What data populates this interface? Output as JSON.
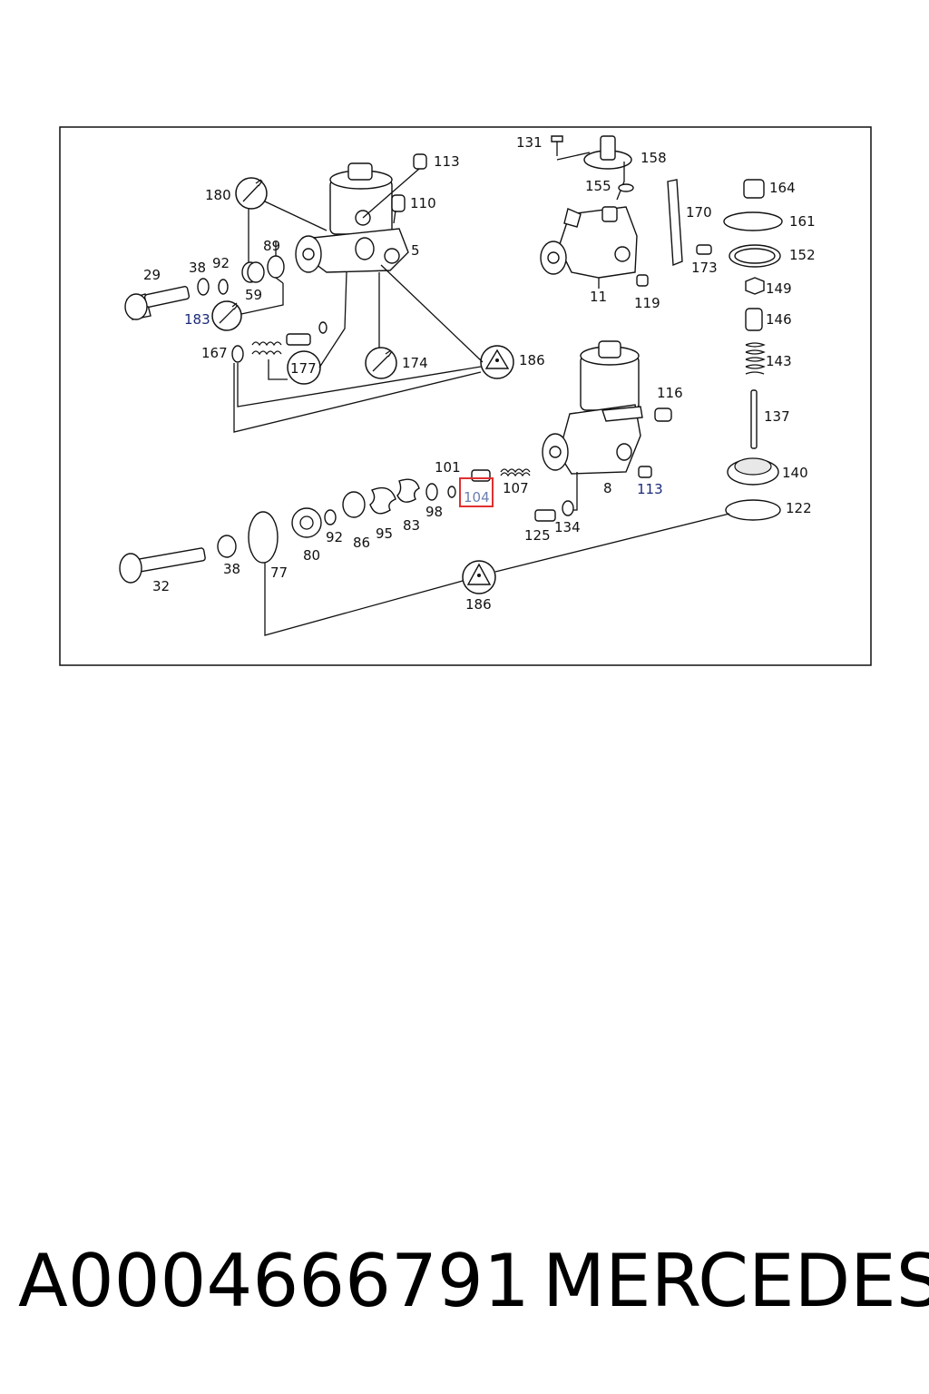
{
  "diagram": {
    "labels": [
      {
        "id": "l113a",
        "text": "113"
      },
      {
        "id": "l110",
        "text": "110"
      },
      {
        "id": "l180",
        "text": "180"
      },
      {
        "id": "l5",
        "text": "5"
      },
      {
        "id": "l89",
        "text": "89"
      },
      {
        "id": "l92a",
        "text": "92"
      },
      {
        "id": "l38a",
        "text": "38"
      },
      {
        "id": "l29",
        "text": "29"
      },
      {
        "id": "l59",
        "text": "59"
      },
      {
        "id": "l183",
        "text": "183"
      },
      {
        "id": "l167",
        "text": "167"
      },
      {
        "id": "l177",
        "text": "177"
      },
      {
        "id": "l174",
        "text": "174"
      },
      {
        "id": "l186a",
        "text": "186"
      },
      {
        "id": "l131",
        "text": "131"
      },
      {
        "id": "l158",
        "text": "158"
      },
      {
        "id": "l155",
        "text": "155"
      },
      {
        "id": "l170",
        "text": "170"
      },
      {
        "id": "l11",
        "text": "11"
      },
      {
        "id": "l119",
        "text": "119"
      },
      {
        "id": "l173",
        "text": "173"
      },
      {
        "id": "l164",
        "text": "164"
      },
      {
        "id": "l161",
        "text": "161"
      },
      {
        "id": "l152",
        "text": "152"
      },
      {
        "id": "l149",
        "text": "149"
      },
      {
        "id": "l146",
        "text": "146"
      },
      {
        "id": "l143",
        "text": "143"
      },
      {
        "id": "l137",
        "text": "137"
      },
      {
        "id": "l140",
        "text": "140"
      },
      {
        "id": "l122",
        "text": "122"
      },
      {
        "id": "l116",
        "text": "116"
      },
      {
        "id": "l101",
        "text": "101"
      },
      {
        "id": "l104",
        "text": "104"
      },
      {
        "id": "l107",
        "text": "107"
      },
      {
        "id": "l8",
        "text": "8"
      },
      {
        "id": "l113b",
        "text": "113"
      },
      {
        "id": "l98",
        "text": "98"
      },
      {
        "id": "l83",
        "text": "83"
      },
      {
        "id": "l95",
        "text": "95"
      },
      {
        "id": "l86",
        "text": "86"
      },
      {
        "id": "l92b",
        "text": "92"
      },
      {
        "id": "l80",
        "text": "80"
      },
      {
        "id": "l125",
        "text": "125"
      },
      {
        "id": "l134",
        "text": "134"
      },
      {
        "id": "l77",
        "text": "77"
      },
      {
        "id": "l38b",
        "text": "38"
      },
      {
        "id": "l32",
        "text": "32"
      },
      {
        "id": "l186b",
        "text": "186"
      }
    ],
    "highlighted_part": "104"
  },
  "footer": {
    "part_number": "A0004666791",
    "brand": "MERCEDES"
  }
}
